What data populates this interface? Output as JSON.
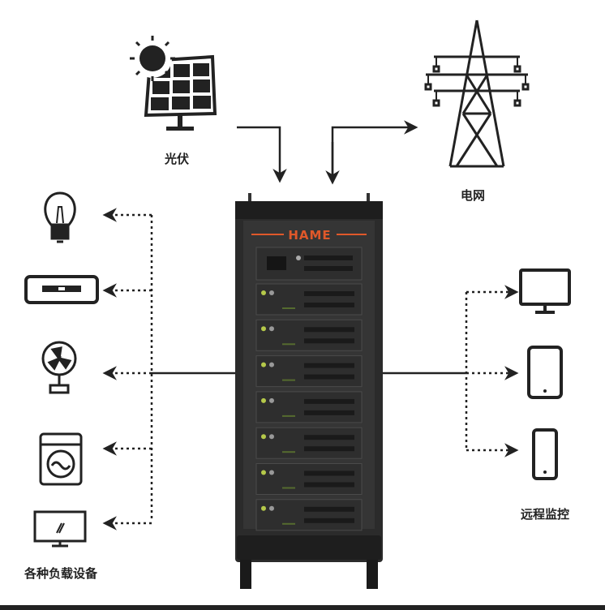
{
  "labels": {
    "solar": "光伏",
    "grid": "电网",
    "loads": "各种负载设备",
    "remote": "远程监控"
  },
  "rack": {
    "brand": "HAME",
    "battery_modules": 7
  },
  "colors": {
    "brand": "#e0582a",
    "rack": "#2b2b2b",
    "line": "#222222"
  }
}
